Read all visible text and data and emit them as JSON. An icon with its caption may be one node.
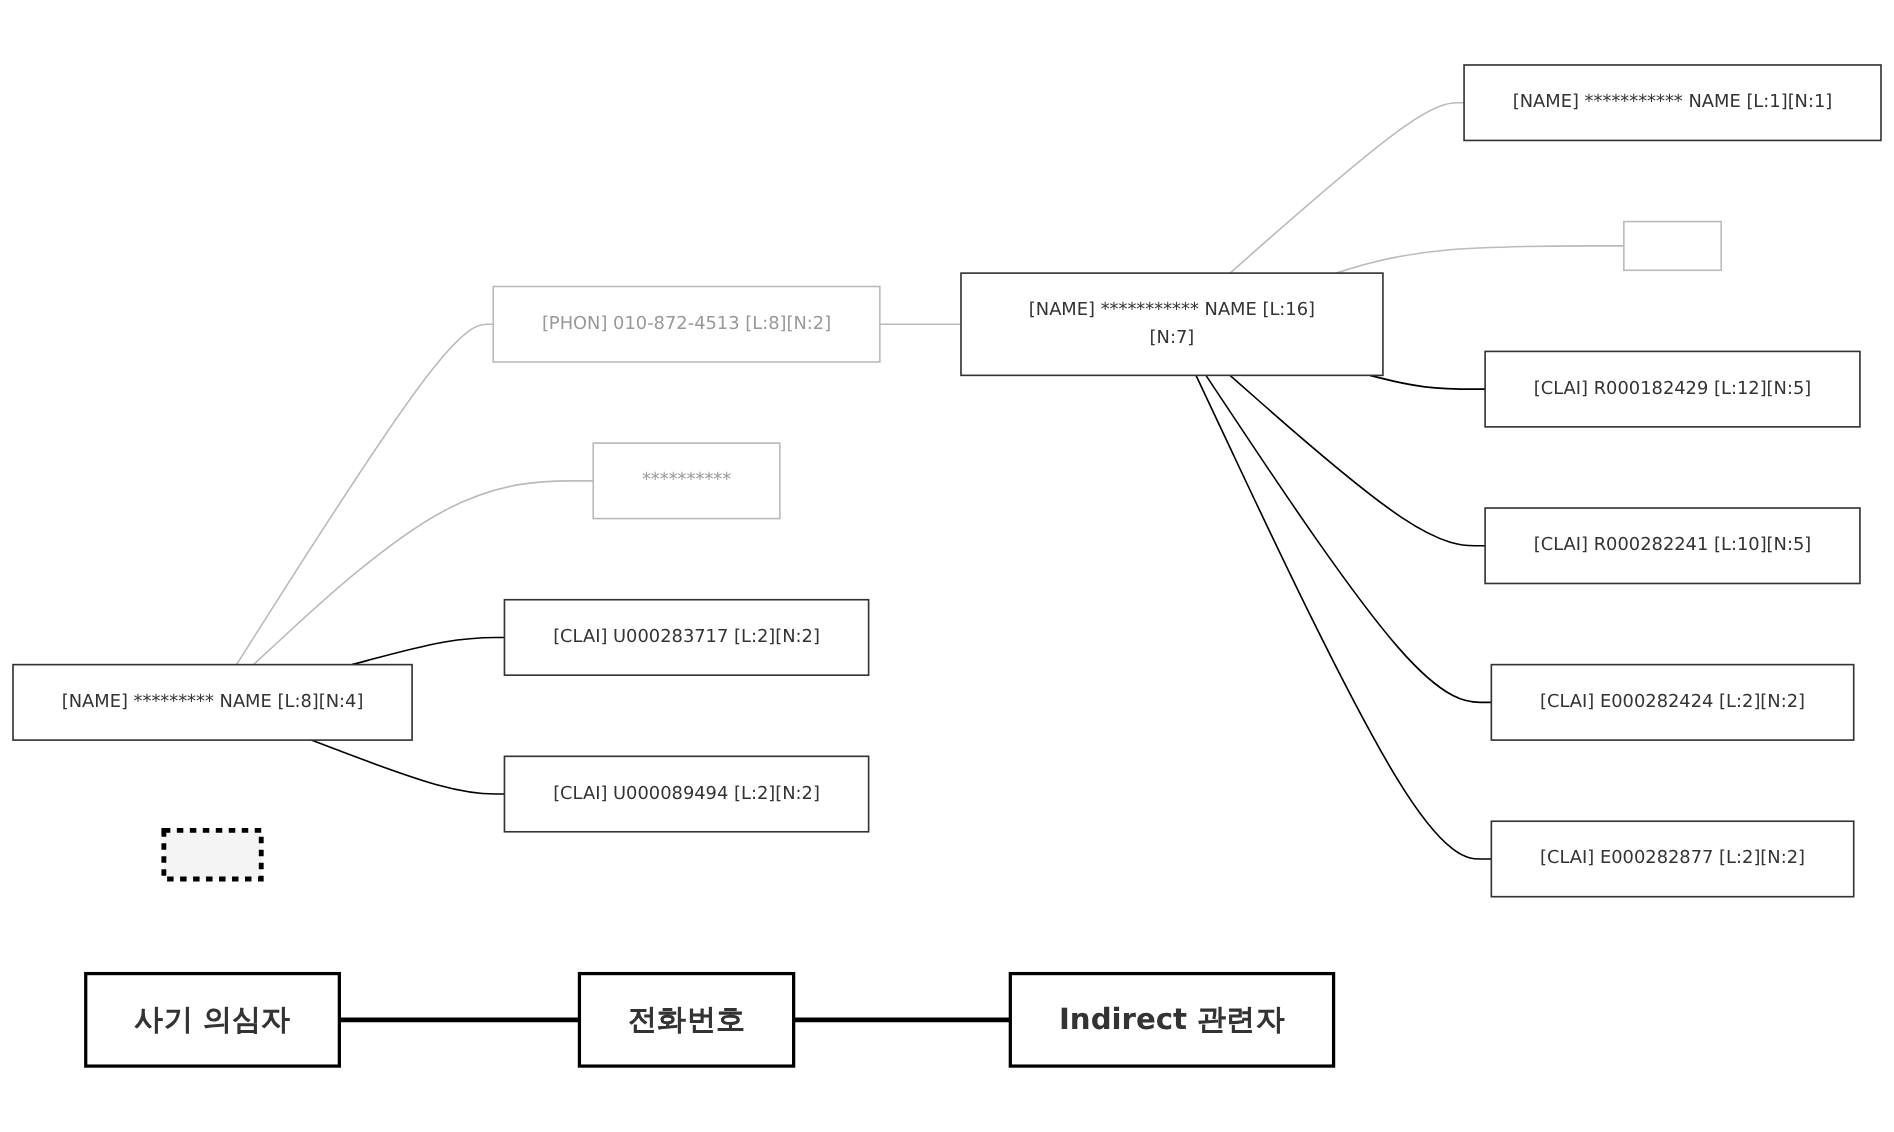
{
  "diagram": {
    "nodes": [
      {
        "text": [
          "사기 의심자"
        ]
      },
      {
        "text": [
          "전화번호"
        ]
      },
      {
        "text": [
          "Indirect 관련자"
        ]
      },
      {
        "text": [
          "[NAME] ********* NAME [L:8][N:4]"
        ]
      },
      {
        "text": [
          "[PHON] 010-872-4513 [L:8][N:2]"
        ]
      },
      {
        "text": [
          "**********"
        ]
      },
      {
        "text": [
          "[CLAI] U000283717 [L:2][N:2]"
        ]
      },
      {
        "text": [
          "[CLAI] U000089494 [L:2][N:2]"
        ]
      },
      {
        "text": [
          "[NAME] *********** NAME [L:16][N:7]"
        ]
      },
      {
        "text": [
          "[NAME] *********** NAME [L:1][N:1]"
        ]
      },
      {
        "text": [],
        "shape": "box"
      },
      {
        "text": [
          "[CLAI] R000182429 [L:12][N:5]"
        ]
      },
      {
        "text": [
          "[CLAI] R000282241 [L:10][N:5]"
        ]
      },
      {
        "text": [
          "[CLAI] E000282424 [L:2][N:2]"
        ]
      },
      {
        "text": [
          "[CLAI] E000282877 [L:2][N:2]"
        ]
      },
      {
        "text": [],
        "shape": "box"
      }
    ],
    "edges": [
      {
        "from": 0,
        "to": 1,
        "arrow": "none",
        "style": "thick"
      },
      {
        "from": 1,
        "to": 2,
        "arrow": "none",
        "style": "thick"
      },
      {
        "from": 3,
        "to": 4,
        "arrow": "none",
        "color": "#bbbbbb"
      },
      {
        "from": 3,
        "to": 5,
        "arrow": "none",
        "color": "#bbbbbb"
      },
      {
        "from": 3,
        "to": 6,
        "arrow": "none"
      },
      {
        "from": 3,
        "to": 7,
        "arrow": "none"
      },
      {
        "from": 4,
        "to": 8,
        "arrow": "none",
        "color": "#bbbbbb"
      },
      {
        "from": 8,
        "to": 9,
        "arrow": "none",
        "color": "#bbbbbb"
      },
      {
        "from": 8,
        "to": 10,
        "arrow": "none",
        "color": "#bbbbbb"
      },
      {
        "from": 8,
        "to": 11,
        "arrow": "none"
      },
      {
        "from": 8,
        "to": 12,
        "arrow": "none"
      },
      {
        "from": 8,
        "to": 13,
        "arrow": "none"
      },
      {
        "from": 8,
        "to": 14,
        "arrow": "none"
      }
    ]
  }
}
